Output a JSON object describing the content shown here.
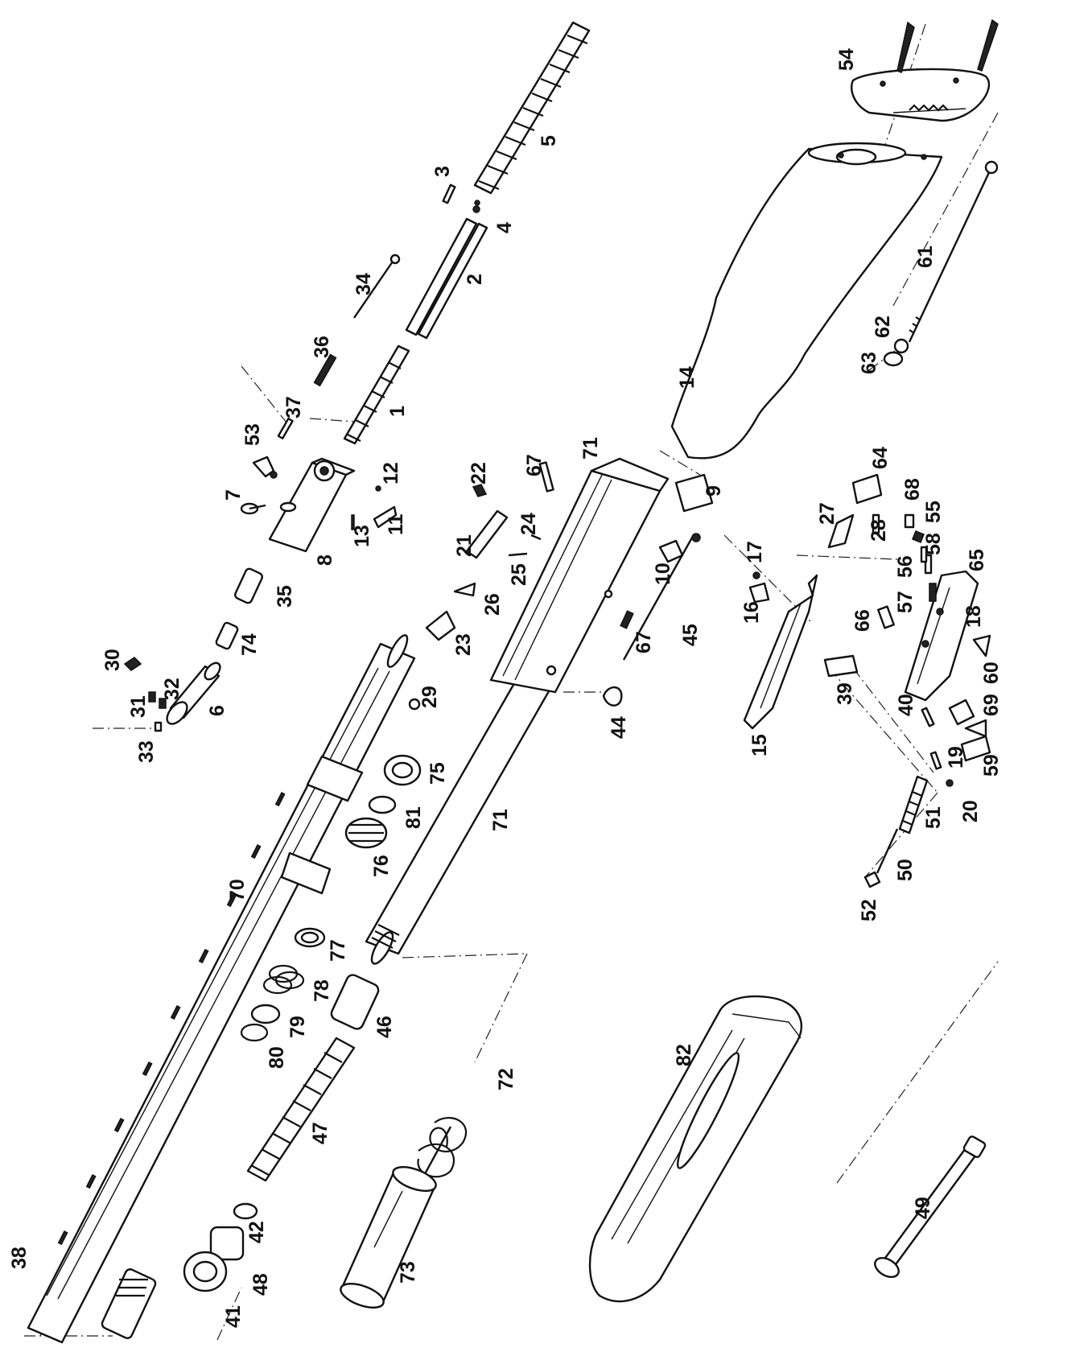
{
  "labels": [
    "1",
    "2",
    "3",
    "4",
    "5",
    "6",
    "7",
    "8",
    "9",
    "10",
    "11",
    "12",
    "13",
    "14",
    "15",
    "16",
    "17",
    "18",
    "19",
    "20",
    "21",
    "22",
    "23",
    "24",
    "25",
    "26",
    "27",
    "28",
    "29",
    "30",
    "31",
    "32",
    "33",
    "34",
    "35",
    "36",
    "37",
    "38",
    "39",
    "40",
    "41",
    "42",
    "44",
    "45",
    "46",
    "47",
    "48",
    "49",
    "50",
    "51",
    "52",
    "53",
    "54",
    "55",
    "56",
    "57",
    "58",
    "59",
    "60",
    "61",
    "62",
    "63",
    "64",
    "65",
    "66",
    "67",
    "67",
    "68",
    "69",
    "70",
    "71",
    "71",
    "72",
    "73",
    "74",
    "75",
    "76",
    "77",
    "78",
    "79",
    "80",
    "81",
    "82"
  ]
}
